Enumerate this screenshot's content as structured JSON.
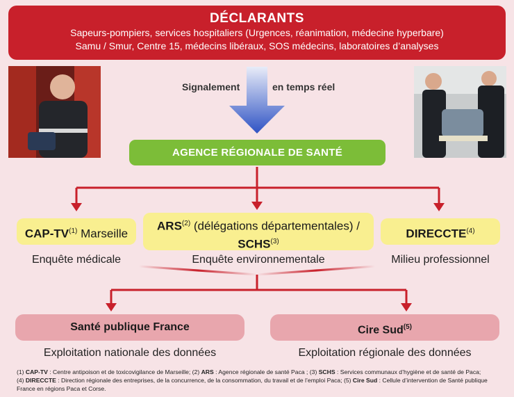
{
  "declarants": {
    "title": "DÉCLARANTS",
    "line1": "Sapeurs-pompiers, services hospitaliers (Urgences, réanimation, médecine hyperbare)",
    "line2": "Samu / Smur, Centre 15, médecins libéraux, SOS médecins, laboratoires d’analyses"
  },
  "signal": {
    "left": "Signalement",
    "right": "en temps réel"
  },
  "ars_main": "AGENCE RÉGIONALE DE SANTÉ",
  "cap_tv": {
    "abbr": "CAP-TV",
    "sup": "(1)",
    "rest": " Marseille"
  },
  "ars_d": {
    "abbr": "ARS",
    "sup": "(2)",
    "rest": " (délégations départementales) /",
    "abbr2": "SCHS",
    "sup2": "(3)"
  },
  "direccte": {
    "abbr": "DIRECCTE",
    "sup": "(4)"
  },
  "captions": {
    "c1": "Enquête médicale",
    "c2": "Enquête environnementale",
    "c3": "Milieu professionnel",
    "c4": "Exploitation nationale des données",
    "c5": "Exploitation régionale des données"
  },
  "spf": "Santé publique France",
  "cire": {
    "label": "Cire Sud",
    "sup": "(5)"
  },
  "footnote": {
    "n1": "(1) ",
    "a1": "CAP-TV",
    "t1": " : Centre antipoison et de toxicovigilance de Marseille; (2) ",
    "a2": "ARS",
    "t2": " : Agence régionale de santé Paca ; (3) ",
    "a3": "SCHS",
    "t3": " : Services communaux d’hygiène et de santé de Paca;",
    "n4": "(4) ",
    "a4": "DIRECCTE",
    "t4": " : Direction régionale des entreprises, de la concurrence, de la consommation, du travail et de l’emploi Paca; (5) ",
    "a5": "Cire Sud",
    "t5": " : Cellule d’intervention de Santé publique",
    "t6": "France en régions Paca et Corse."
  },
  "colors": {
    "red": "#c8202b",
    "green": "#7cbd38",
    "yellow": "#f9ef90",
    "pink": "#e8a6ad",
    "arrow_blue": "#2f53c4"
  }
}
